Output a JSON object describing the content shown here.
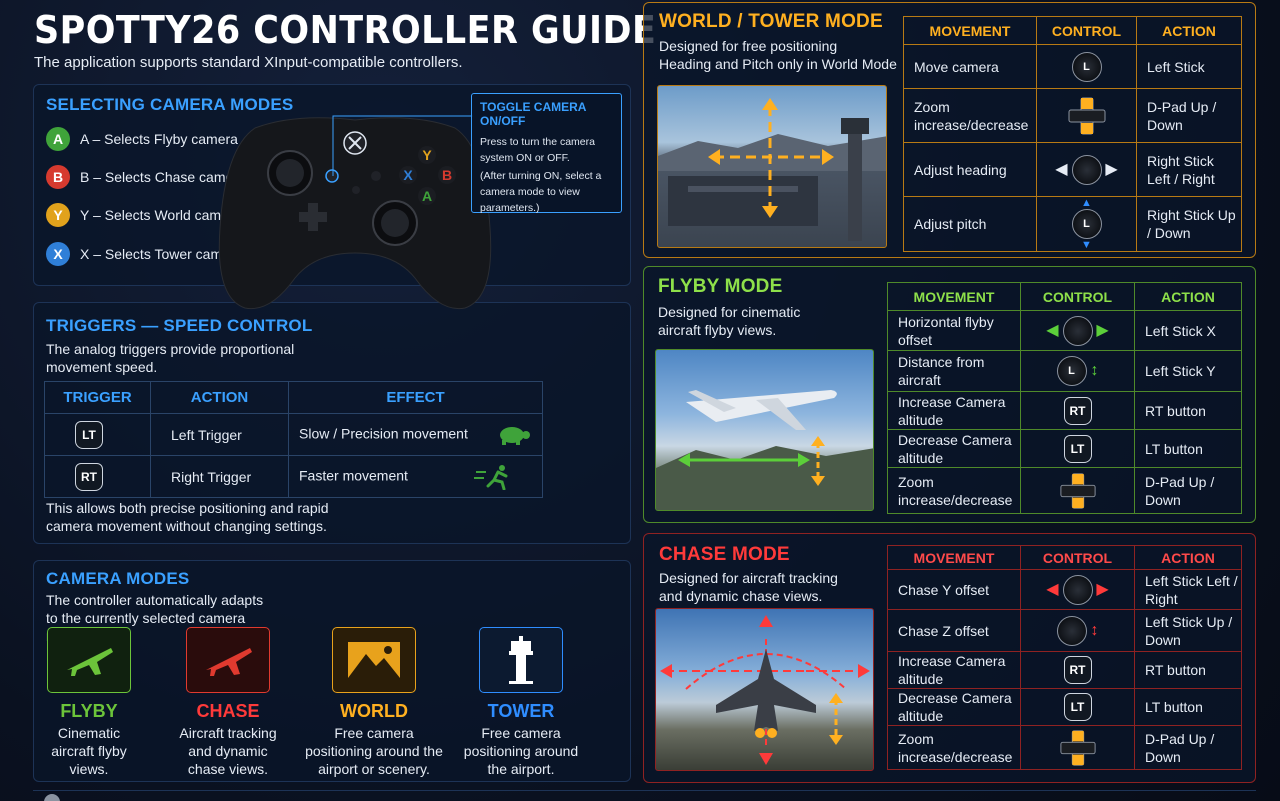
{
  "header": {
    "title": "SPOTTY26 CONTROLLER GUIDE",
    "subtitle": "The application supports standard XInput-compatible controllers."
  },
  "selecting": {
    "title": "SELECTING CAMERA MODES",
    "items": [
      {
        "key": "A",
        "label": "A – Selects Flyby camera"
      },
      {
        "key": "B",
        "label": "B – Selects Chase camera"
      },
      {
        "key": "Y",
        "label": "Y – Selects World camera"
      },
      {
        "key": "X",
        "label": "X – Selects Tower camera"
      }
    ]
  },
  "toggle": {
    "title": "TOGGLE CAMERA ON/OFF",
    "line1": "Press to turn the camera system ON or OFF.",
    "line2": "(After turning ON, select a camera mode to view parameters.)"
  },
  "triggers": {
    "title": "TRIGGERS — SPEED CONTROL",
    "desc": "The analog triggers provide proportional movement speed.",
    "headers": [
      "TRIGGER",
      "ACTION",
      "EFFECT"
    ],
    "rows": [
      {
        "icon": "LT",
        "action": "Left Trigger",
        "effect": "Slow / Precision movement"
      },
      {
        "icon": "RT",
        "action": "Right Trigger",
        "effect": "Faster movement"
      }
    ],
    "note": "This allows both precise positioning and rapid camera movement without changing settings."
  },
  "camera_modes": {
    "title": "CAMERA MODES",
    "desc": "The controller automatically adapts to the currently selected camera mode.",
    "cards": [
      {
        "name": "FLYBY",
        "desc": "Cinematic aircraft flyby views.",
        "color": "#6cc43a"
      },
      {
        "name": "CHASE",
        "desc": "Aircraft tracking and dynamic chase views.",
        "color": "#e03a2f"
      },
      {
        "name": "WORLD",
        "desc": "Free camera positioning around the airport or scenery.",
        "color": "#e8a21c"
      },
      {
        "name": "TOWER",
        "desc": "Free camera positioning around the airport.",
        "color": "#2f8dff"
      }
    ]
  },
  "world": {
    "title": "WORLD / TOWER MODE",
    "desc1": "Designed for free positioning",
    "desc2": "Heading and Pitch only in World Mode",
    "headers": [
      "MOVEMENT",
      "CONTROL",
      "ACTION"
    ],
    "rows": [
      {
        "movement": "Move camera",
        "action": "Left Stick"
      },
      {
        "movement": "Zoom increase/decrease",
        "action": "D-Pad Up / Down"
      },
      {
        "movement": "Adjust heading",
        "action": "Right Stick Left / Right"
      },
      {
        "movement": "Adjust pitch",
        "action": "Right Stick Up / Down"
      }
    ]
  },
  "flyby": {
    "title": "FLYBY MODE",
    "desc": "Designed for cinematic aircraft flyby views.",
    "headers": [
      "MOVEMENT",
      "CONTROL",
      "ACTION"
    ],
    "rows": [
      {
        "movement": "Horizontal flyby offset",
        "action": "Left Stick X"
      },
      {
        "movement": "Distance from aircraft",
        "action": "Left Stick Y"
      },
      {
        "movement": "Increase Camera altitude",
        "icon": "RT",
        "action": "RT button"
      },
      {
        "movement": "Decrease Camera altitude",
        "icon": "LT",
        "action": "LT button"
      },
      {
        "movement": "Zoom increase/decrease",
        "action": "D-Pad Up / Down"
      }
    ]
  },
  "chase": {
    "title": "CHASE MODE",
    "desc": "Designed for aircraft tracking and dynamic chase views.",
    "headers": [
      "MOVEMENT",
      "CONTROL",
      "ACTION"
    ],
    "rows": [
      {
        "movement": "Chase Y offset",
        "action": "Left Stick Left / Right"
      },
      {
        "movement": "Chase Z offset",
        "action": "Left Stick Up / Down"
      },
      {
        "movement": "Increase Camera altitude",
        "icon": "RT",
        "action": "RT button"
      },
      {
        "movement": "Decrease Camera altitude",
        "icon": "LT",
        "action": "LT button"
      },
      {
        "movement": "Zoom increase/decrease",
        "action": "D-Pad Up / Down"
      }
    ]
  },
  "controller_labels": {
    "L": "L",
    "Y": "Y",
    "A": "A",
    "B": "B",
    "X": "X"
  }
}
